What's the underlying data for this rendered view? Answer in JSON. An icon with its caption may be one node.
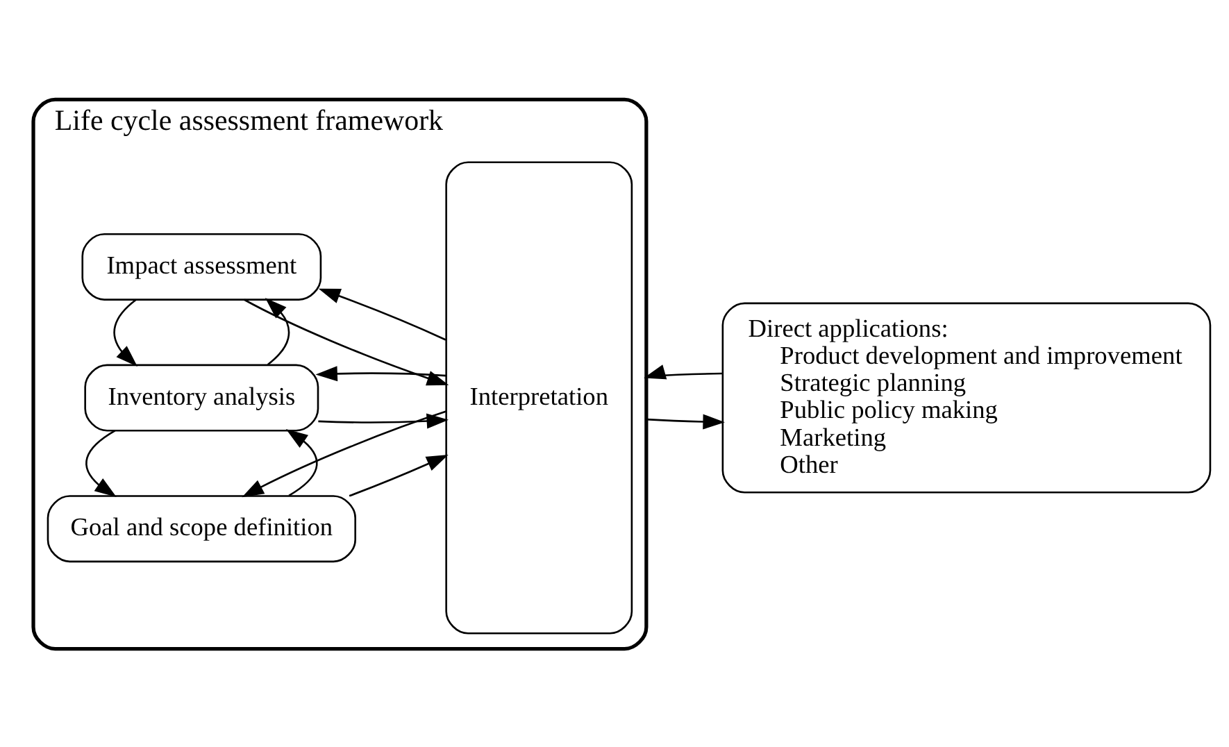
{
  "diagram": {
    "nodes": [
      {
        "text": [
          "Life cycle assessment framework"
        ]
      },
      {
        "text": [
          "Goal and scope definition"
        ],
        "in": 0
      },
      {
        "text": [
          "Inventory analysis"
        ],
        "in": 0
      },
      {
        "text": [
          "Impact assessment"
        ],
        "in": 0
      },
      {
        "text": [
          "Interpretation"
        ],
        "in": 0
      },
      {
        "text": [
          "Direct applications:",
          "Product development and improvement",
          "Strategic planning",
          "Public policy making",
          "Marketing",
          "Other"
        ]
      }
    ],
    "edges": [
      {
        "from": 1,
        "to": 4,
        "arrow": "to"
      },
      {
        "from": 4,
        "to": 1,
        "arrow": "to"
      },
      {
        "from": 1,
        "to": 2,
        "arrow": "to"
      },
      {
        "from": 2,
        "to": 1,
        "arrow": "to"
      },
      {
        "from": 2,
        "to": 4,
        "arrow": "to"
      },
      {
        "from": 4,
        "to": 2,
        "arrow": "to"
      },
      {
        "from": 2,
        "to": 3,
        "arrow": "to"
      },
      {
        "from": 3,
        "to": 2,
        "arrow": "to"
      },
      {
        "from": 3,
        "to": 4,
        "arrow": "to"
      },
      {
        "from": 4,
        "to": 3,
        "arrow": "to"
      },
      {
        "from": 0,
        "to": 5,
        "arrow": "to"
      },
      {
        "from": 5,
        "to": 0,
        "arrow": "to"
      }
    ]
  }
}
